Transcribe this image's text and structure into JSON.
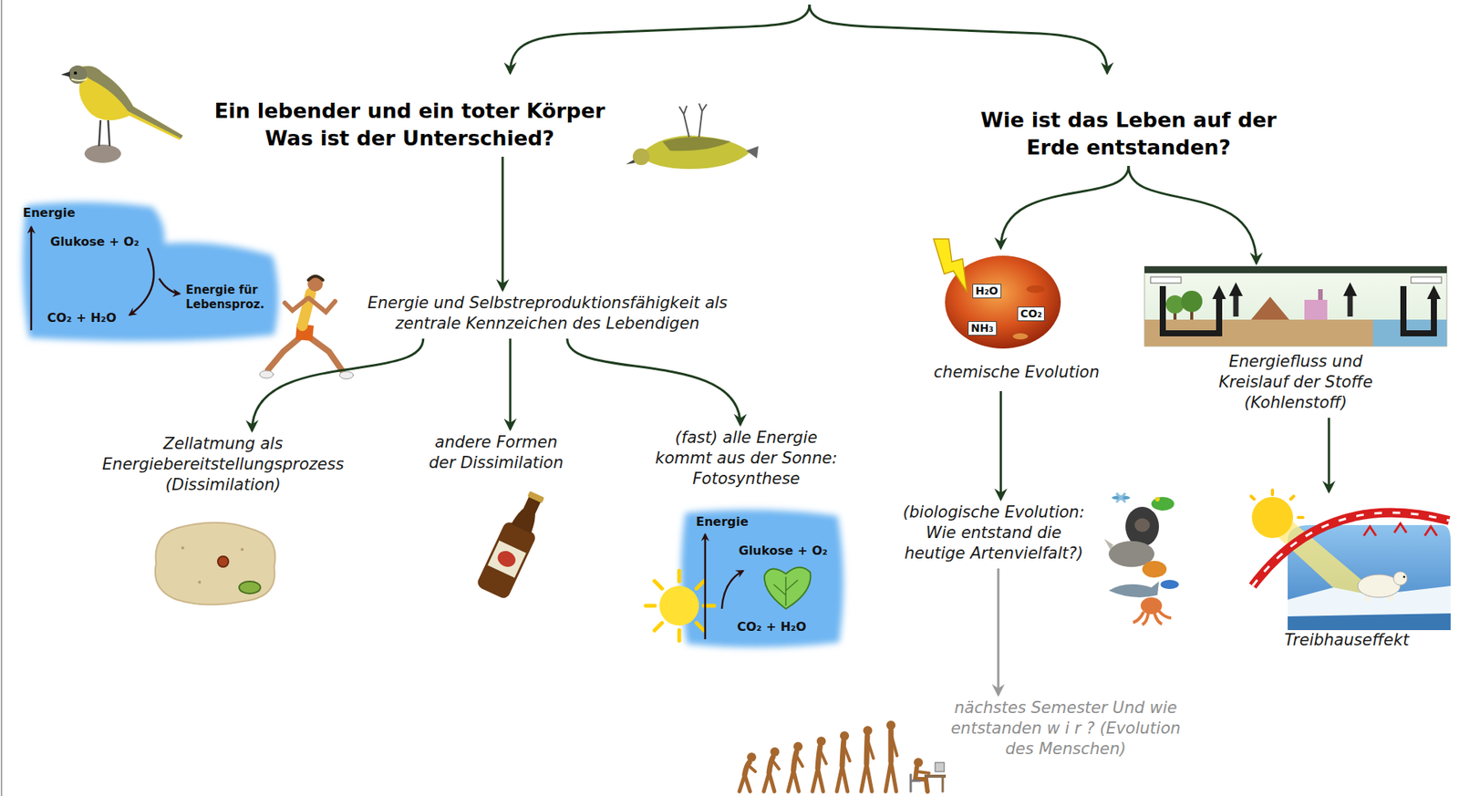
{
  "diagram": {
    "nodes": [
      {
        "text": [
          "Ein lebender und ein toter Körper Was ist der Unterschied?"
        ]
      },
      {
        "text": [
          "Wie ist das Leben auf der Erde entstanden?"
        ]
      },
      {
        "text": [
          "Energie",
          "Glukose + O₂",
          "Energie für Lebensproz.",
          "CO₂ + H₂O"
        ]
      },
      {
        "text": [
          "Energie und Selbstreproduktionsfähigkeit als zentrale Kennzeichen des Lebendigen"
        ]
      },
      {
        "text": [
          "H₂O",
          "CO₂",
          "NH₃",
          "chemische Evolution"
        ]
      },
      {
        "text": [
          "Energiefluss und Kreislauf der Stoffe (Kohlenstoff)"
        ]
      },
      {
        "text": [
          "Zellatmung als Energiebereitstellungsprozess (Dissimilation)"
        ]
      },
      {
        "text": [
          "andere Formen der Dissimilation"
        ]
      },
      {
        "text": [
          "(fast) alle Energie kommt aus der Sonne: Fotosynthese"
        ]
      },
      {
        "text": [
          "(biologische Evolution: Wie entstand die heutige Artenvielfalt?)"
        ]
      },
      {
        "text": [
          "Energie",
          "Glukose + O₂",
          "CO₂ + H₂O"
        ]
      },
      {
        "text": [
          "Treibhauseffekt"
        ]
      },
      {
        "text": [
          "nächstes Semester Und wie entstanden w i r ? (Evolution des Menschen)"
        ]
      }
    ],
    "edges": [
      {
        "from": 0,
        "to": 3,
        "arrow": "to"
      },
      {
        "from": 3,
        "to": 6,
        "arrow": "to"
      },
      {
        "from": 3,
        "to": 7,
        "arrow": "to"
      },
      {
        "from": 3,
        "to": 8,
        "arrow": "to"
      },
      {
        "from": 1,
        "to": 4,
        "arrow": "to"
      },
      {
        "from": 1,
        "to": 5,
        "arrow": "to"
      },
      {
        "from": 4,
        "to": 9,
        "arrow": "to"
      },
      {
        "from": 9,
        "to": 12,
        "arrow": "to"
      },
      {
        "from": 5,
        "to": 11,
        "arrow": "to"
      }
    ]
  }
}
